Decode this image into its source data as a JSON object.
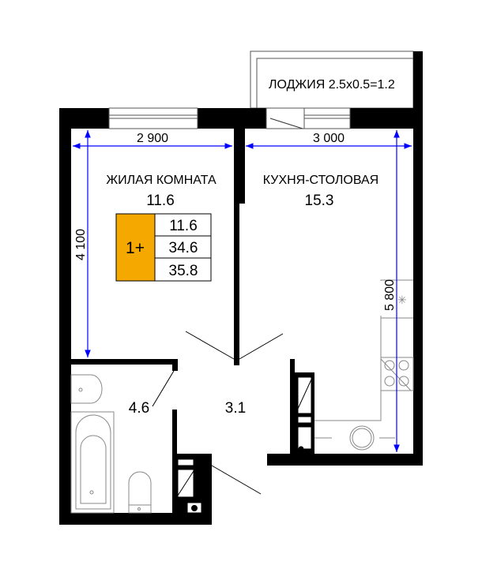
{
  "loggia": {
    "label": "ЛОДЖИЯ 2.5x0.5=1.2"
  },
  "rooms": {
    "living": {
      "name": "ЖИЛАЯ КОМНАТА",
      "area": "11.6"
    },
    "kitchen": {
      "name": "КУХНЯ-СТОЛОВАЯ",
      "area": "15.3"
    },
    "bathroom": {
      "area": "4.6"
    },
    "hall": {
      "area": "3.1"
    }
  },
  "dimensions": {
    "living_width": "2 900",
    "kitchen_width": "3 000",
    "living_length": "4 100",
    "kitchen_length": "5 800"
  },
  "summary": {
    "type": "1+",
    "living_area": "11.6",
    "total_area": "34.6",
    "total_with_loggia": "35.8",
    "badge_color": "#f5a800"
  },
  "colors": {
    "wall": "#000000",
    "dimension": "#0000ff"
  }
}
